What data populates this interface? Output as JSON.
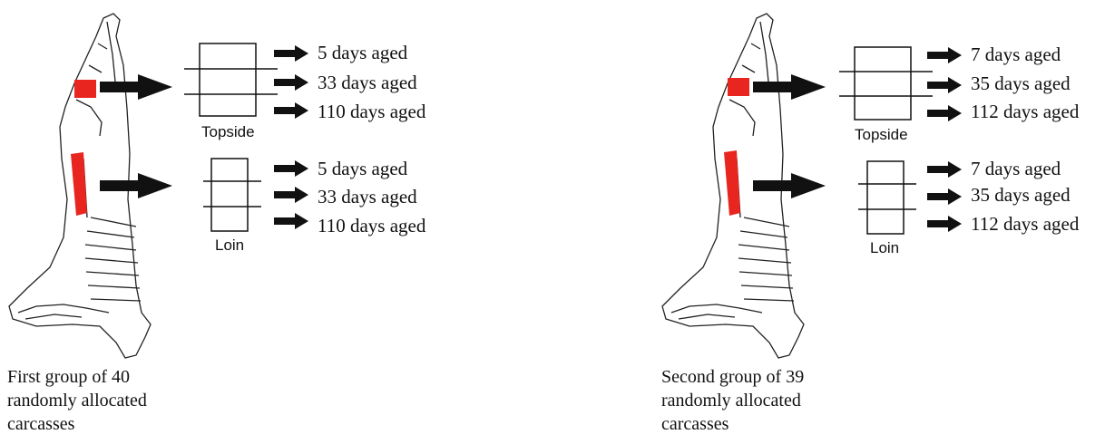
{
  "groups": [
    {
      "caption": [
        "First group of 40",
        "randomly allocated",
        "carcasses"
      ],
      "topside": {
        "label": "Topside",
        "aged": [
          "5 days aged",
          "33 days aged",
          "110 days aged"
        ]
      },
      "loin": {
        "label": "Loin",
        "aged": [
          "5 days aged",
          "33 days aged",
          "110 days aged"
        ]
      }
    },
    {
      "caption": [
        "Second group of 39",
        "randomly allocated",
        "carcasses"
      ],
      "topside": {
        "label": "Topside",
        "aged": [
          "7 days aged",
          "35 days aged",
          "112 days aged"
        ]
      },
      "loin": {
        "label": "Loin",
        "aged": [
          "7 days aged",
          "35 days aged",
          "112 days aged"
        ]
      }
    }
  ],
  "colors": {
    "highlight": "#e8251f",
    "ink": "#111111"
  }
}
